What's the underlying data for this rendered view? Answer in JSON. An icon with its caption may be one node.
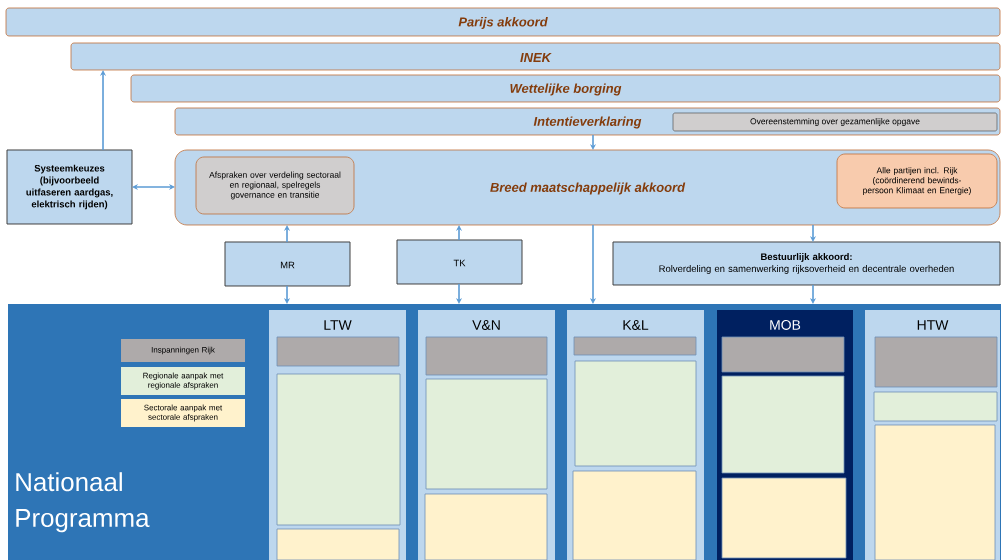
{
  "diagram": {
    "nodes": [
      {
        "text": [
          "Parijs akkoord"
        ]
      },
      {
        "text": [
          "INEK"
        ]
      },
      {
        "text": [
          "Wettelijke borging"
        ]
      },
      {
        "text": [
          "Intentieverklaring"
        ]
      },
      {
        "text": [
          "Overeenstemming over gezamenlijke opgave"
        ],
        "in": 3
      },
      {
        "text": [
          "Systeemkeuzes (bijvoorbeeld uitfaseren aardgas, elektrisch rijden)"
        ]
      },
      {
        "text": [
          "Breed maatschappelijk akkoord"
        ]
      },
      {
        "text": [
          "Afspraken over verdeling sectoraal en regionaal, spelregels governance en transitie"
        ],
        "in": 6
      },
      {
        "text": [
          "Alle partijen incl. Rijk (coördinerend bewinds-persoon Klimaat en Energie)"
        ],
        "in": 6
      },
      {
        "text": [
          "MR"
        ]
      },
      {
        "text": [
          "TK"
        ]
      },
      {
        "text": [
          "Bestuurlijk akkoord:",
          "Rolverdeling en samenwerking rijksoverheid en decentrale overheden"
        ]
      },
      {
        "text": [
          "Nationaal Programma"
        ]
      },
      {
        "text": [
          "LTW"
        ],
        "in": 12
      },
      {
        "text": [
          "V&N"
        ],
        "in": 12
      },
      {
        "text": [
          "K&L"
        ],
        "in": 12
      },
      {
        "text": [
          "MOB"
        ],
        "in": 12
      },
      {
        "text": [
          "HTW"
        ],
        "in": 12
      },
      {
        "text": [],
        "shape": "box",
        "in": 13
      },
      {
        "text": [],
        "shape": "box",
        "in": 13
      },
      {
        "text": [],
        "shape": "box",
        "in": 13
      },
      {
        "text": [],
        "shape": "box",
        "in": 14
      },
      {
        "text": [],
        "shape": "box",
        "in": 14
      },
      {
        "text": [],
        "shape": "box",
        "in": 14
      },
      {
        "text": [],
        "shape": "box",
        "in": 15
      },
      {
        "text": [],
        "shape": "box",
        "in": 15
      },
      {
        "text": [],
        "shape": "box",
        "in": 15
      },
      {
        "text": [],
        "shape": "box",
        "in": 16
      },
      {
        "text": [],
        "shape": "box",
        "in": 16
      },
      {
        "text": [],
        "shape": "box",
        "in": 16
      },
      {
        "text": [],
        "shape": "box",
        "in": 17
      },
      {
        "text": [],
        "shape": "box",
        "in": 17
      },
      {
        "text": [],
        "shape": "box",
        "in": 17
      }
    ],
    "edges": [
      {
        "from": 5,
        "to": 1,
        "arrow": "to"
      },
      {
        "from": 5,
        "to": 6,
        "arrow": "both"
      },
      {
        "from": 3,
        "to": 6,
        "arrow": "to"
      },
      {
        "from": 9,
        "to": 6,
        "arrow": "to"
      },
      {
        "from": 9,
        "to": 12,
        "arrow": "to"
      },
      {
        "from": 10,
        "to": 6,
        "arrow": "to"
      },
      {
        "from": 10,
        "to": 12,
        "arrow": "to"
      },
      {
        "from": 6,
        "to": 11,
        "arrow": "to"
      },
      {
        "from": 6,
        "to": 12,
        "arrow": "to"
      },
      {
        "from": 11,
        "to": 12,
        "arrow": "to"
      }
    ],
    "legend": [
      {
        "text": "Inspanningen Rijk",
        "color": "#aeaaaa"
      },
      {
        "text": "Regionale aanpak met regionale afspraken",
        "color": "#e2efda"
      },
      {
        "text": "Sectorale aanpak met sectorale afspraken",
        "color": "#fff2cc"
      }
    ]
  }
}
